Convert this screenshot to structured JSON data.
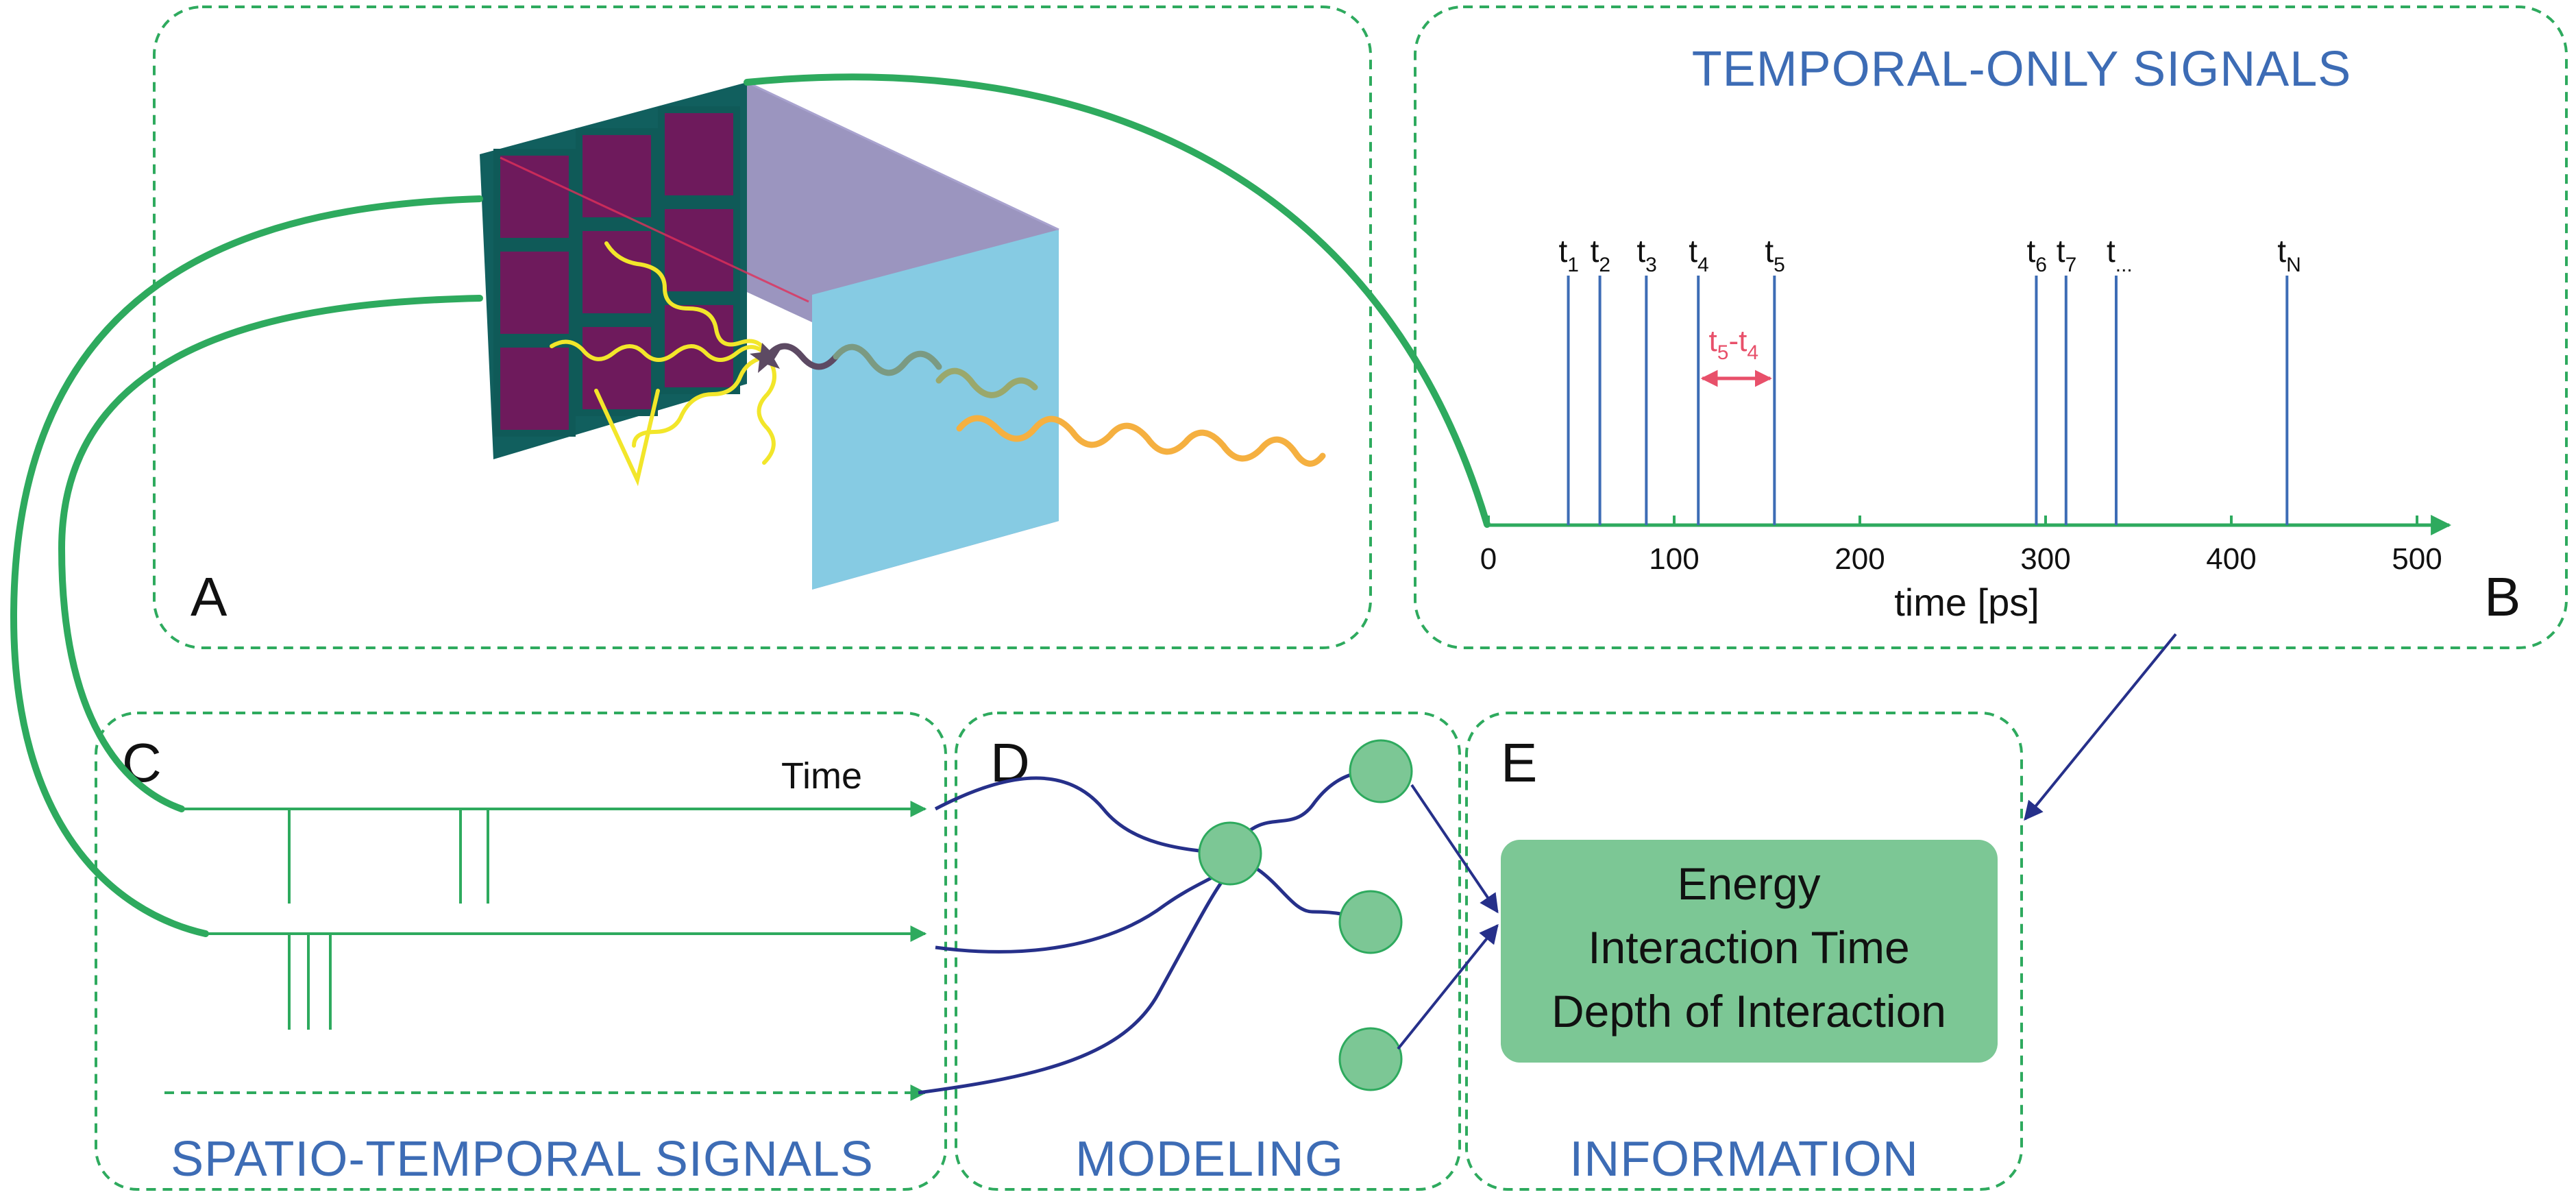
{
  "panels": {
    "a": {
      "letter": "A"
    },
    "b": {
      "letter": "B",
      "title": "TEMPORAL-ONLY SIGNALS"
    },
    "c": {
      "letter": "C",
      "title": "SPATIO-TEMPORAL SIGNALS",
      "time_label": "Time"
    },
    "d": {
      "letter": "D",
      "title": "MODELING"
    },
    "e": {
      "letter": "E",
      "title": "INFORMATION"
    }
  },
  "chart_data": {
    "type": "timeline",
    "xlabel": "time [ps]",
    "xlim": [
      0,
      510
    ],
    "xticks": [
      0,
      100,
      200,
      300,
      400,
      500
    ],
    "events": [
      {
        "label": "t",
        "sub": "1",
        "time": 43
      },
      {
        "label": "t",
        "sub": "2",
        "time": 60
      },
      {
        "label": "t",
        "sub": "3",
        "time": 85
      },
      {
        "label": "t",
        "sub": "4",
        "time": 113
      },
      {
        "label": "t",
        "sub": "5",
        "time": 154
      },
      {
        "label": "t",
        "sub": "6",
        "time": 295
      },
      {
        "label": "t",
        "sub": "7",
        "time": 311
      },
      {
        "label": "t",
        "sub": "...",
        "time": 338
      },
      {
        "label": "t",
        "sub": "N",
        "time": 430
      }
    ],
    "interval": {
      "from_index": 3,
      "to_index": 4,
      "label": "t",
      "sub_a": "5",
      "mid": "-t",
      "sub_b": "4"
    }
  },
  "information": {
    "lines": [
      "Energy",
      "Interaction Time",
      "Depth of Interaction"
    ]
  },
  "colors": {
    "green": "#2eaa5e",
    "green_fill": "#7cc795",
    "blue_text": "#3d6cb5",
    "navy": "#26308a",
    "pixel_purple": "#6e1a5c",
    "crystal_cyan": "#86cbe3",
    "crystal_lavender": "#9b95bf",
    "photon_yellow": "#f2e62a",
    "gamma_orange": "#f5b040",
    "interval_red": "#e8506a"
  }
}
